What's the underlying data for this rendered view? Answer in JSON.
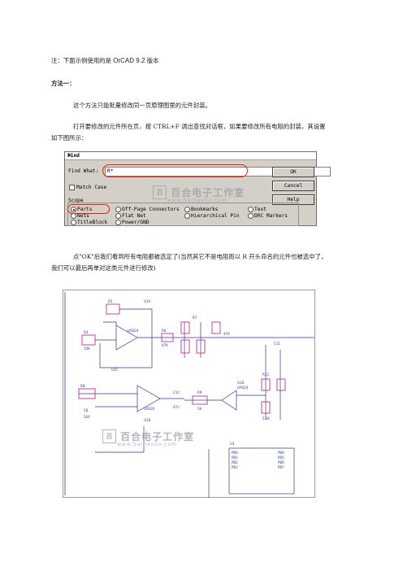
{
  "note": {
    "prefix": "注：下面示例使用的是 ",
    "product": "OrCAD 9.2",
    "suffix": " 版本"
  },
  "method_heading": "方法一：",
  "para1": "这个方法只能批量修改同一页原理图里的元件封装。",
  "para2": {
    "line1": "打开要修改的元件所在页，按 CTRL+F 调出查找对话框，如果要修改所有电阻的封装，其设置",
    "line2": "如下图所示："
  },
  "find_dialog": {
    "title": "Find",
    "close": "×",
    "find_what_label": "Find What:",
    "find_what_value": "R*",
    "match_case": "Match Case",
    "scope_label": "Scope",
    "ok": "OK",
    "cancel": "Cancel",
    "help": "Help",
    "scope_options": [
      "Parts",
      "Off-Page Connectors",
      "Bookmarks",
      "Text",
      "Nets",
      "Flat Net",
      "Hierarchical Pin",
      "DRC Markers",
      "TitleBlock",
      "Power/GND"
    ],
    "selected_scope": "Parts"
  },
  "watermark": {
    "logo": "百",
    "name": "百合电子工作室",
    "url": "www.baihesoo.com"
  },
  "para3": {
    "line1": "点\"OK\"后我们看到所有电阻都被选定了(当然其它不是电阻而以 R 开头命名的元件也被选中了，",
    "line2": "我们可以最后再单对这类元件进行修改)"
  },
  "schematic": {
    "opamps": [
      "LM324",
      "LM324",
      "LM324"
    ],
    "refs": [
      "R4",
      "R5",
      "R6",
      "R7",
      "R8",
      "R9",
      "R12",
      "C8",
      "C10",
      "C11",
      "U1A",
      "U1B",
      "U1C",
      "U1D",
      "U3"
    ],
    "values": [
      "10K",
      "47K",
      "1K",
      "5.1K",
      "470",
      "104",
      "47n"
    ],
    "ic_pins": [
      "PB0",
      "PB1",
      "PB2",
      "PB3",
      "PB4",
      "PB5",
      "PB6",
      "PB7"
    ]
  },
  "colors": {
    "highlight": "#e2231a",
    "dialog_bg": "#d4d0c8",
    "selection": "#c0308a",
    "wire": "#2a3a8a"
  }
}
